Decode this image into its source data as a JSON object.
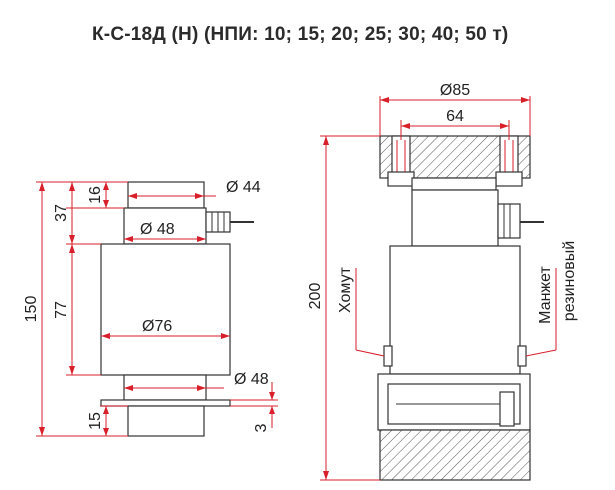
{
  "title": "К-С-18Д (Н) (НПИ: 10; 15; 20; 25; 30; 40; 50 т)",
  "left_view": {
    "dia_top": "Ø 44",
    "dia_neck": "Ø 48",
    "dia_body": "Ø76",
    "dia_bottom": "Ø 48",
    "h_total": "150",
    "h_top": "16",
    "h_upper": "37",
    "h_body": "77",
    "h_base": "15",
    "h_plate": "3"
  },
  "right_view": {
    "dia_outer": "Ø85",
    "dia_bolt": "64",
    "h_total": "200",
    "label_clamp": "Хомут",
    "label_cuff_1": "Манжет",
    "label_cuff_2": "резиновый"
  },
  "colors": {
    "dimension": "#d81f2a",
    "outline": "#333333",
    "title": "#2b2b2b"
  }
}
